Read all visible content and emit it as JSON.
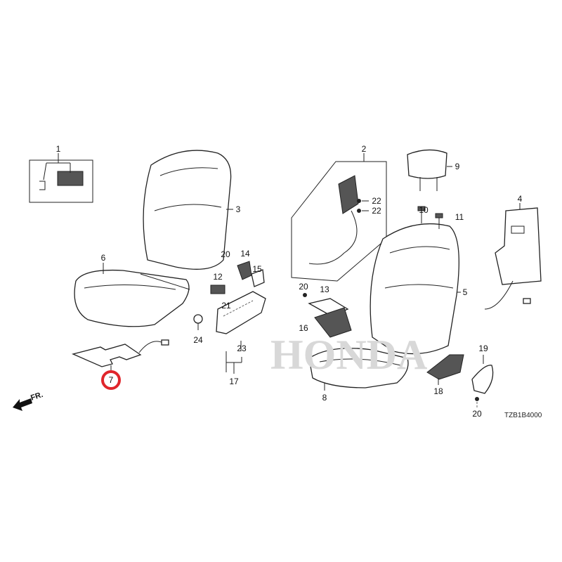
{
  "diagram": {
    "labels": {
      "p1": "1",
      "p2": "2",
      "p3": "3",
      "p4": "4",
      "p5": "5",
      "p6": "6",
      "p7": "7",
      "p8": "8",
      "p9": "9",
      "p10": "10",
      "p11": "11",
      "p12": "12",
      "p13": "13",
      "p14": "14",
      "p15": "15",
      "p16": "16",
      "p17": "17",
      "p18": "18",
      "p19": "19",
      "p20a": "20",
      "p20b": "20",
      "p20c": "20",
      "p21": "21",
      "p22a": "22",
      "p22b": "22",
      "p23": "23",
      "p24": "24"
    },
    "highlighted_part": "7",
    "highlight_color": "#e0252b",
    "direction_label": "FR.",
    "diagram_code": "TZB1B4000"
  }
}
